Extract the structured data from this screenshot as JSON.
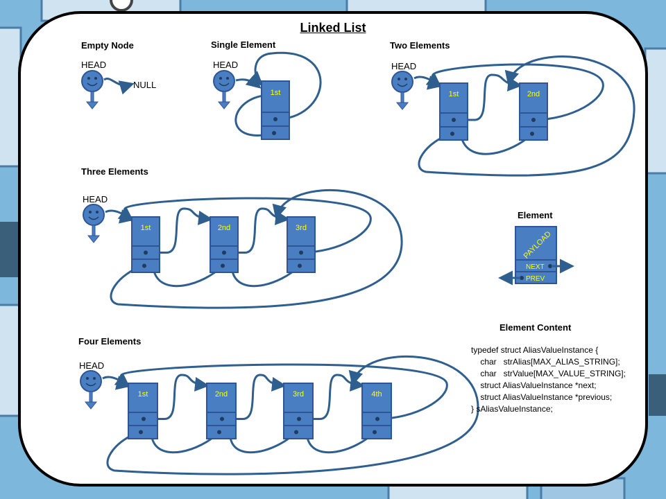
{
  "title": "Linked List",
  "sections": {
    "empty": "Empty Node",
    "single": "Single Element",
    "two": "Two Elements",
    "three": "Three Elements",
    "four": "Four Elements",
    "element": "Element",
    "content": "Element Content"
  },
  "labels": {
    "head": "HEAD",
    "null": "NULL"
  },
  "nodes": [
    "1st",
    "2nd",
    "3rd",
    "4th"
  ],
  "element_fields": {
    "payload": "PAYLOAD",
    "next": "NEXT",
    "prev": "PREV"
  },
  "code_lines": [
    "typedef struct AliasValueInstance {",
    "    char   strAlias[MAX_ALIAS_STRING];",
    "    char   strValue[MAX_VALUE_STRING];",
    "    struct AliasValueInstance *next;",
    "    struct AliasValueInstance *previous;",
    "} sAliasValueInstance;"
  ],
  "colors": {
    "node_fill": "#4a7ec2",
    "node_stroke": "#2f5597",
    "node_text": "#ffff00",
    "arrow": "#2f5f8f",
    "background": "#7db7dc"
  }
}
